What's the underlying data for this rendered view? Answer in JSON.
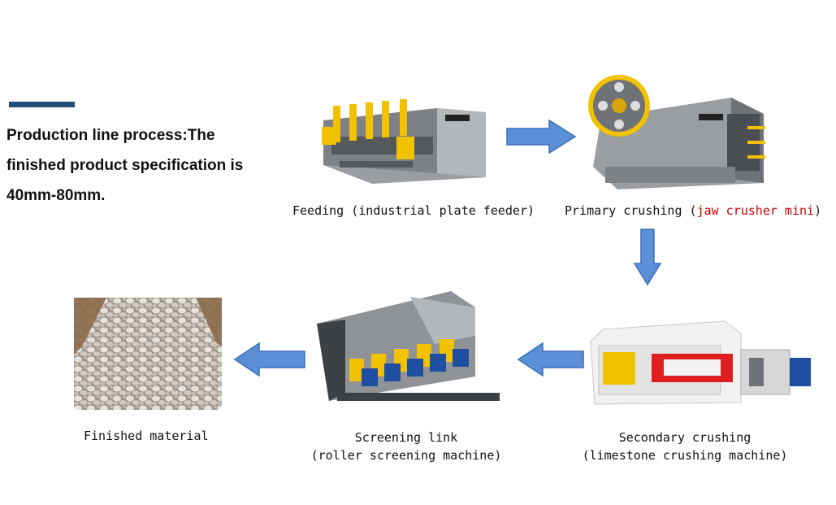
{
  "intro": {
    "lines": [
      "Production line process:The",
      "finished product specification is",
      "40mm-80mm."
    ]
  },
  "steps": {
    "feeding": {
      "label": "Feeding (industrial plate feeder)"
    },
    "primary": {
      "label_prefix": "Primary crushing (",
      "label_highlight": "jaw crusher mini",
      "label_suffix": ")"
    },
    "secondary": {
      "label_line1": "Secondary crushing",
      "label_line2": "(limestone crushing machine)"
    },
    "screening": {
      "label_line1": "Screening link",
      "label_line2": "(roller screening machine)"
    },
    "finished": {
      "label": "Finished material"
    }
  },
  "colors": {
    "accent_bar": "#1f4e79",
    "arrow": "#5b8fd6",
    "highlight": "#d00000",
    "machine_grey": "#8f9296",
    "machine_yellow": "#f2c200",
    "motor_blue": "#1f4fa0",
    "crusher_red": "#e02020"
  },
  "icons": [
    "arrow-right-icon",
    "arrow-down-icon",
    "arrow-left-icon"
  ]
}
